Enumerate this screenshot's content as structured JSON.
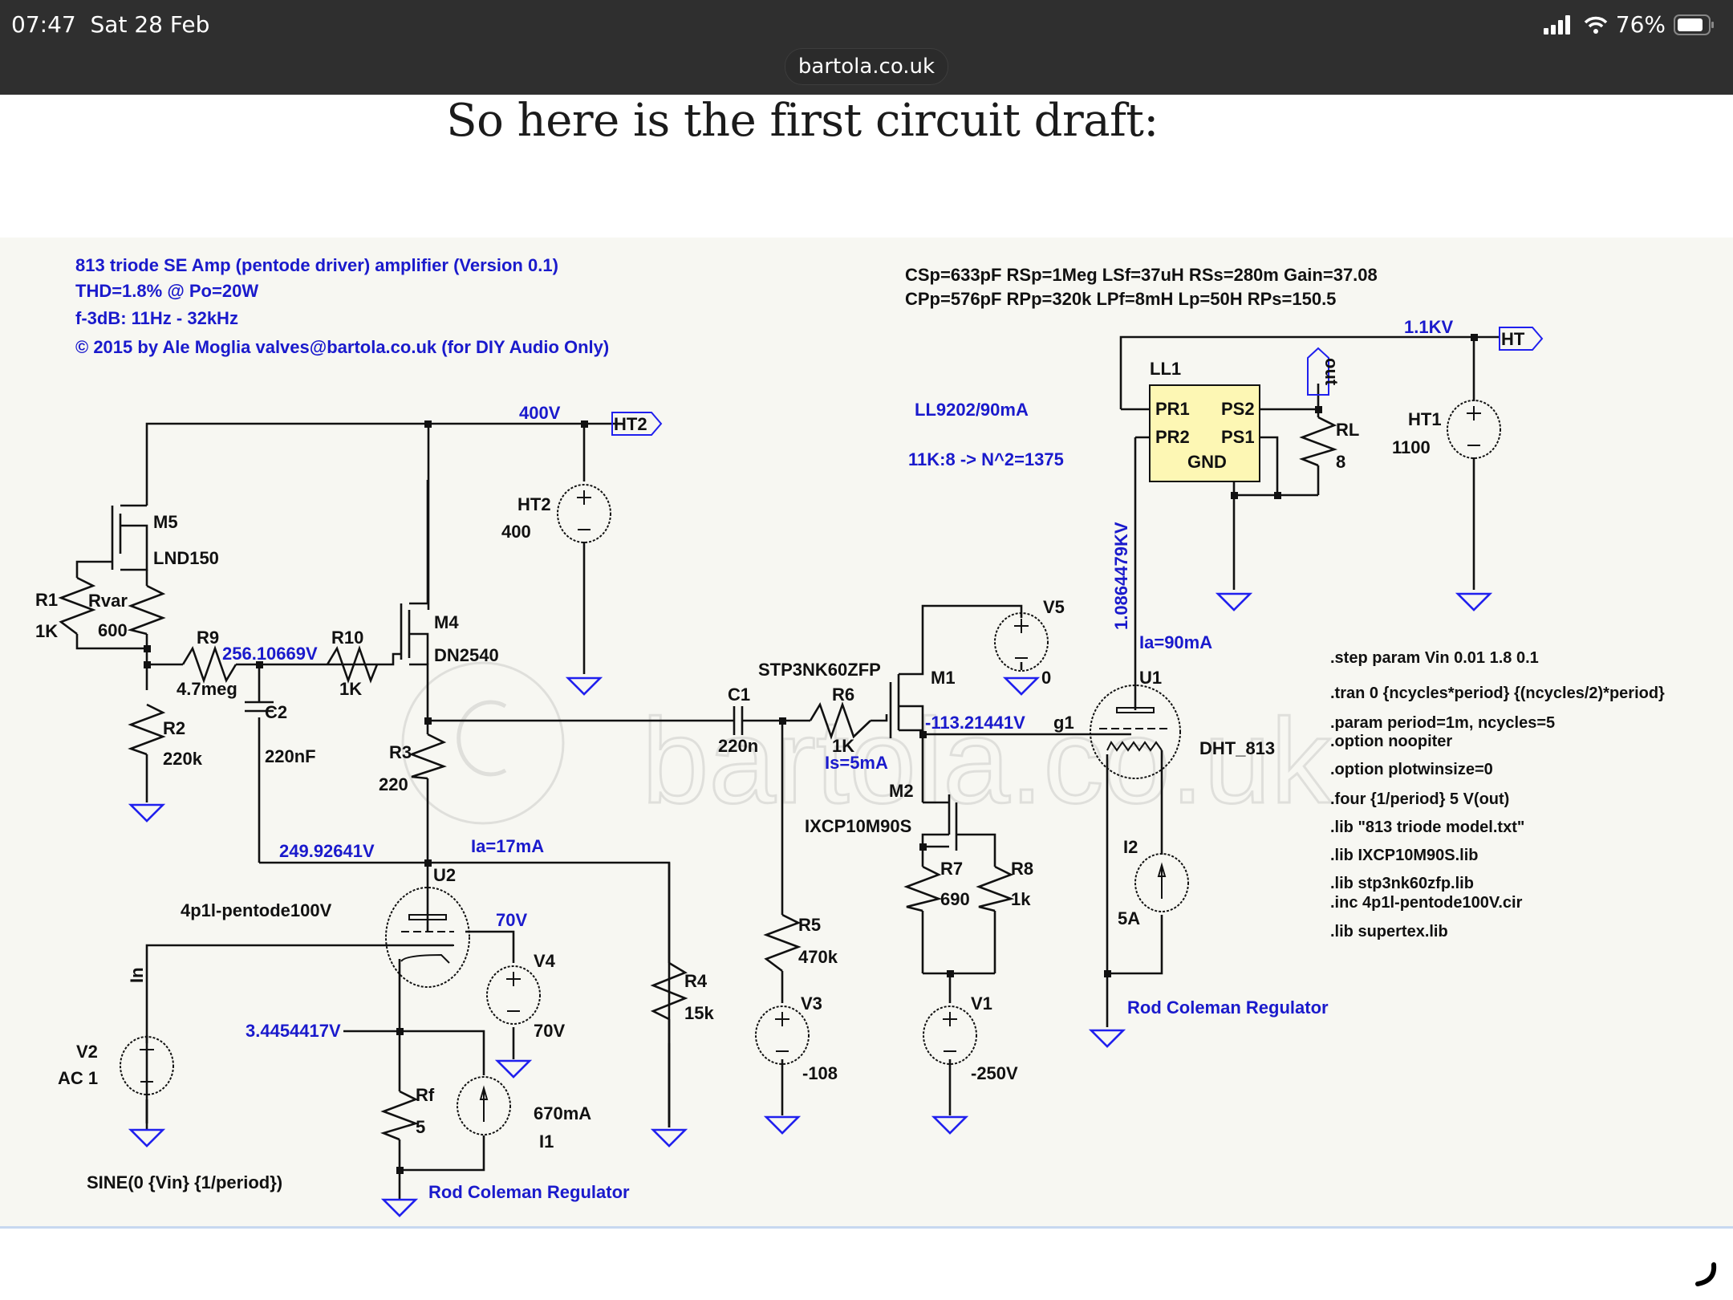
{
  "status_bar": {
    "time": "07:47",
    "date": "Sat 28 Feb",
    "battery_percent": "76%",
    "icons": [
      "cellular-signal-icon",
      "wifi-icon",
      "battery-icon"
    ]
  },
  "browser": {
    "url": "bartola.co.uk"
  },
  "article": {
    "heading": "So here is the first circuit draft:"
  },
  "schematic": {
    "title": "813 triode SE Amp (pentode driver) amplifier (Version 0.1)",
    "specs": [
      "THD=1.8% @ Po=20W",
      "f-3dB: 11Hz - 32kHz",
      "© 2015 by Ale Moglia valves@bartola.co.uk (for DIY Audio Only)"
    ],
    "transformer_params": [
      "CSp=633pF RSp=1Meg LSf=37uH RSs=280m Gain=37.08",
      "CPp=576pF RPp=320k LPf=8mH Lp=50H RPs=150.5"
    ],
    "watermark": "bartola.co.uk",
    "components": {
      "M5": {
        "name": "M5",
        "model": "LND150"
      },
      "M4": {
        "name": "M4",
        "model": "DN2540"
      },
      "M1": {
        "name": "M1",
        "model": "STP3NK60ZFP"
      },
      "M2": {
        "name": "M2",
        "model": "IXCP10M90S"
      },
      "R1": {
        "name": "R1",
        "value": "1K"
      },
      "Rvar": {
        "name": "Rvar",
        "value": "600"
      },
      "R2": {
        "name": "R2",
        "value": "220k"
      },
      "R3": {
        "name": "R3",
        "value": "220"
      },
      "R4": {
        "name": "R4",
        "value": "15k"
      },
      "R5": {
        "name": "R5",
        "value": "470k"
      },
      "R6": {
        "name": "R6",
        "value": "1K"
      },
      "R7": {
        "name": "R7",
        "value": "690"
      },
      "R8": {
        "name": "R8",
        "value": "1k"
      },
      "R9": {
        "name": "R9",
        "value": "4.7meg"
      },
      "R10": {
        "name": "R10",
        "value": "1K"
      },
      "Rf": {
        "name": "Rf",
        "value": "5"
      },
      "RL": {
        "name": "RL",
        "value": "8"
      },
      "C1": {
        "name": "C1",
        "value": "220n"
      },
      "C2": {
        "name": "C2",
        "value": "220nF"
      },
      "HT1": {
        "name": "HT1",
        "value": "1100"
      },
      "HT2": {
        "name": "HT2",
        "value": "400"
      },
      "V1": {
        "name": "V1",
        "value": "-250V"
      },
      "V2": {
        "name": "V2",
        "value": "AC 1",
        "sine": "SINE(0 {Vin} {1/period})"
      },
      "V3": {
        "name": "V3",
        "value": "-108"
      },
      "V4": {
        "name": "V4",
        "value": "70V"
      },
      "V5": {
        "name": "V5",
        "value": "0"
      },
      "I1": {
        "name": "I1",
        "value": "670mA"
      },
      "I2": {
        "name": "I2",
        "value": "5A"
      },
      "U1": {
        "name": "U1",
        "model": "DHT_813",
        "pin": "g1"
      },
      "U2": {
        "name": "U2",
        "model": "4p1l-pentode100V"
      },
      "LL1": {
        "name": "LL1",
        "pins": [
          "PR1",
          "PS2",
          "PR2",
          "PS1",
          "GND"
        ]
      }
    },
    "net_labels": {
      "ht2_flag": "HT2",
      "ht_flag": "HT",
      "out_flag": "out",
      "in_label": "In"
    },
    "annotations": {
      "v400": "400V",
      "v1_1kv": "1.1KV",
      "node_r9": "256.10669V",
      "node_c2": "249.92641V",
      "ia17": "Ia=17mA",
      "v70": "70V",
      "cathode": "3.4454417V",
      "ll_model": "LL9202/90mA",
      "ratio": "11K:8  -> N^2=1375",
      "plate_u1": "1.0864479KV",
      "ia90": "Ia=90mA",
      "grid": "-113.21441V",
      "is5": "Is=5mA",
      "rod1": "Rod Coleman Regulator",
      "rod2": "Rod Coleman Regulator"
    },
    "directives": [
      ".step param Vin 0.01 1.8 0.1",
      ".tran 0 {ncycles*period} {(ncycles/2)*period}",
      ".param period=1m, ncycles=5",
      ".option noopiter",
      ".option plotwinsize=0",
      ".four {1/period} 5 V(out)",
      ".lib \"813 triode model.txt\"",
      ".lib IXCP10M90S.lib",
      ".lib stp3nk60zfp.lib",
      ".inc 4p1l-pentode100V.cir",
      ".lib supertex.lib"
    ]
  }
}
